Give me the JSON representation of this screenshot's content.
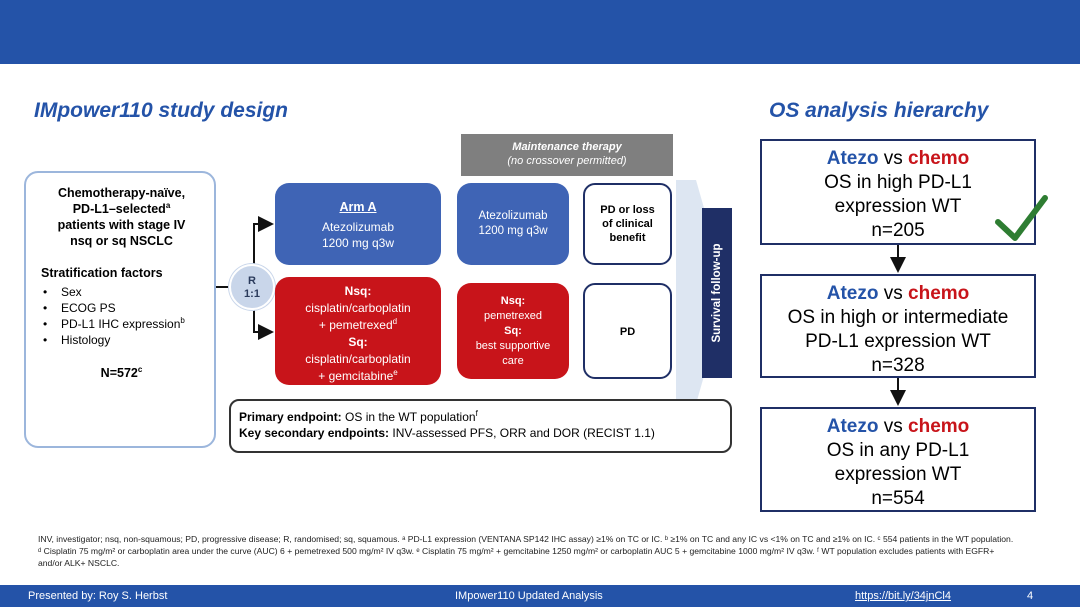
{
  "slide": {
    "left_title": "IMpower110 study design",
    "right_title": "OS analysis hierarchy"
  },
  "patients": {
    "desc_lines": [
      "Chemotherapy-naïve,",
      "PD-L1–selected",
      "patients with stage IV",
      "nsq or sq NSCLC"
    ],
    "desc_sup": "a",
    "strat_title": "Stratification factors",
    "strat_items": [
      "Sex",
      "ECOG PS",
      "PD-L1 IHC expression",
      "Histology"
    ],
    "strat_sup": "b",
    "n_total": "N=572",
    "n_sup": "c"
  },
  "randomization": {
    "line1": "R",
    "line2": "1:1"
  },
  "arm_a": {
    "label": "Arm A",
    "line1": "Atezolizumab",
    "line2": "1200 mg q3w"
  },
  "arm_b": {
    "nsq_label": "Nsq:",
    "nsq_line1": "cisplatin/carboplatin",
    "nsq_line2": "+ pemetrexed",
    "nsq_sup": "d",
    "sq_label": "Sq:",
    "sq_line1": "cisplatin/carboplatin",
    "sq_line2": "+ gemcitabine",
    "sq_sup": "e"
  },
  "maintenance": {
    "title": "Maintenance therapy",
    "subtitle": "(no crossover permitted)",
    "a_line1": "Atezolizumab",
    "a_line2": "1200 mg q3w",
    "b_nsq_label": "Nsq:",
    "b_nsq_value": "pemetrexed",
    "b_sq_label": "Sq:",
    "b_sq_line1": "best supportive",
    "b_sq_line2": "care"
  },
  "outcomes": {
    "a_lines": [
      "PD or loss",
      "of clinical",
      "benefit"
    ],
    "b": "PD"
  },
  "follow_up": "Survival follow-up",
  "endpoints": {
    "primary_label": "Primary endpoint:",
    "primary_text": "OS in the WT population",
    "primary_sup": "f",
    "secondary_label": "Key secondary endpoints:",
    "secondary_text": "INV-assessed PFS, ORR and DOR (RECIST 1.1)"
  },
  "hierarchy": [
    {
      "atezo": "Atezo",
      "vs": "vs",
      "chemo": "chemo",
      "lines": [
        "OS in high PD-L1",
        "expression WT"
      ],
      "n": "n=205",
      "met": true
    },
    {
      "atezo": "Atezo",
      "vs": "vs",
      "chemo": "chemo",
      "lines": [
        "OS in high or intermediate",
        "PD-L1 expression WT"
      ],
      "n": "n=328",
      "met": false
    },
    {
      "atezo": "Atezo",
      "vs": "vs",
      "chemo": "chemo",
      "lines": [
        "OS in any PD-L1",
        "expression WT"
      ],
      "n": "n=554",
      "met": false
    }
  ],
  "footnote": "INV, investigator; nsq, non-squamous; PD, progressive disease; R, randomised; sq, squamous. ᵃ PD-L1 expression (VENTANA SP142 IHC assay) ≥1% on TC or IC. ᵇ ≥1% on TC and any IC vs <1% on TC and ≥1% on IC. ᶜ 554 patients in the WT population. ᵈ Cisplatin 75 mg/m² or carboplatin area under the curve (AUC) 6 + pemetrexed 500 mg/m² IV q3w. ᵉ Cisplatin 75 mg/m² + gemcitabine 1250 mg/m² or carboplatin AUC 5 + gemcitabine 1000 mg/m² IV q3w. ᶠ WT population excludes patients with EGFR+ and/or ALK+ NSCLC.",
  "footer": {
    "presenter": "Presented by: Roy S. Herbst",
    "center": "IMpower110 Updated Analysis",
    "link": "https://bit.ly/34jnCl4",
    "page": "4"
  },
  "colors": {
    "brand_blue": "#2453a8",
    "arm_blue": "#3f64b5",
    "chemo_red": "#c8141a",
    "navy": "#1f2f66",
    "check_green": "#2e7d32"
  }
}
